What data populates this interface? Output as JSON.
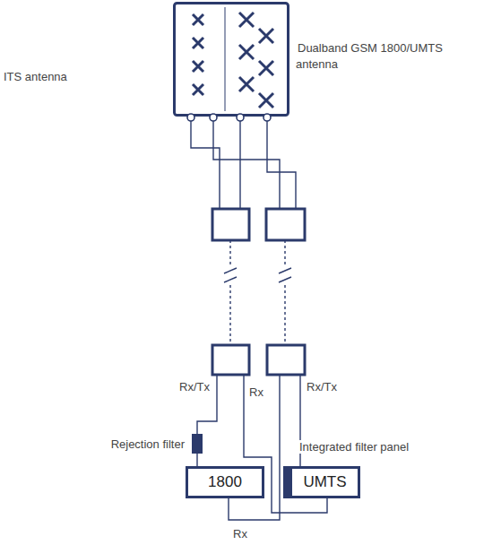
{
  "diagram": {
    "nodes": [
      {
        "text": [
          "Dualband GSM 1800/UMTS antenna"
        ]
      },
      {
        "text": [
          "Rejection filter"
        ]
      },
      {
        "text": [
          "1800"
        ]
      },
      {
        "text": [
          "Integrated filter panel",
          "UMTS"
        ]
      }
    ],
    "edges": [
      {
        "from": 1,
        "to": 2,
        "arrow": "none"
      }
    ],
    "labels": [
      "ITS antenna",
      "Rx/Tx",
      "Rx",
      "Rx/Tx",
      "Rx"
    ]
  }
}
